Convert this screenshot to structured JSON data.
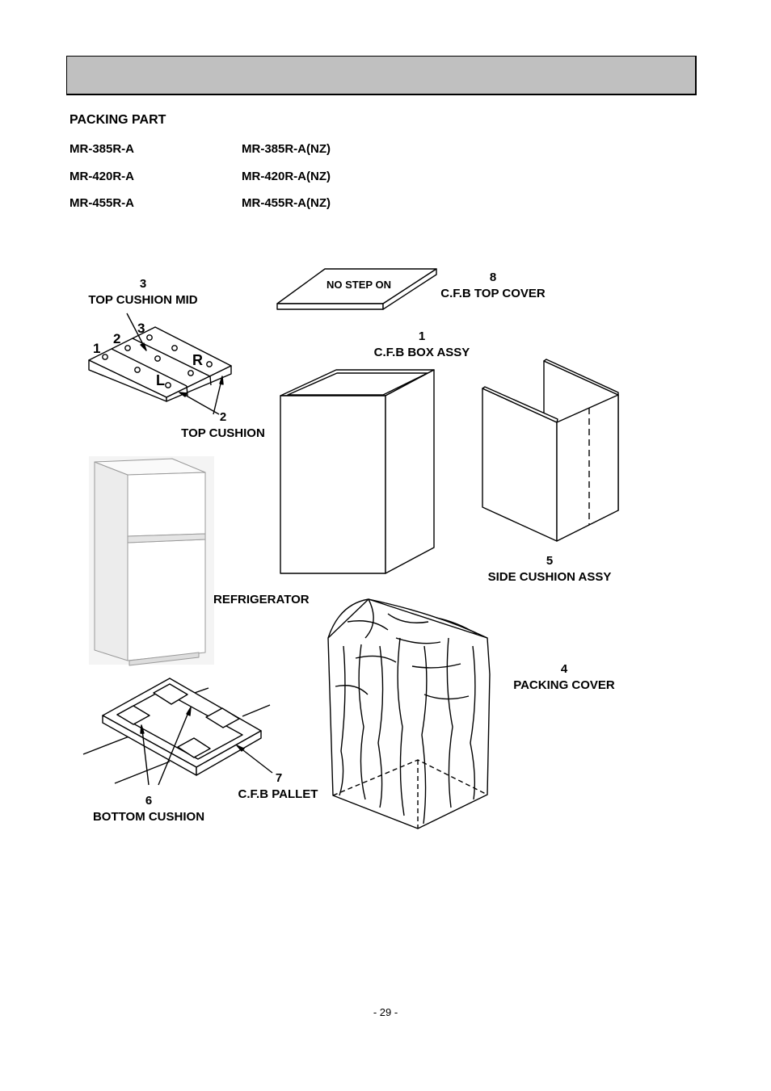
{
  "section": {
    "title": "PACKING PART",
    "models": [
      {
        "left": "MR-385R-A",
        "right": "MR-385R-A(NZ)"
      },
      {
        "left": "MR-420R-A",
        "right": "MR-420R-A(NZ)"
      },
      {
        "left": "MR-455R-A",
        "right": "MR-455R-A(NZ)"
      }
    ]
  },
  "parts": {
    "top_cushion_mid": {
      "num": "3",
      "name": "TOP CUSHION MID"
    },
    "top_cover": {
      "num": "8",
      "name": "C.F.B TOP COVER",
      "stamp": "NO STEP ON"
    },
    "box_assy": {
      "num": "1",
      "name": "C.F.B BOX ASSY"
    },
    "top_cushion": {
      "num": "2",
      "name": "TOP CUSHION"
    },
    "side_cushion": {
      "num": "5",
      "name": "SIDE CUSHION ASSY"
    },
    "refrigerator": {
      "name": "REFRIGERATOR"
    },
    "packing_cover": {
      "num": "4",
      "name": "PACKING COVER"
    },
    "pallet": {
      "num": "7",
      "name": "C.F.B PALLET"
    },
    "bottom_cushion": {
      "num": "6",
      "name": "BOTTOM CUSHION"
    }
  },
  "cushion_marks": {
    "n1": "1",
    "n2": "2",
    "n3": "3",
    "r": "R",
    "l": "L"
  },
  "footer": {
    "page": "- 29 -"
  }
}
